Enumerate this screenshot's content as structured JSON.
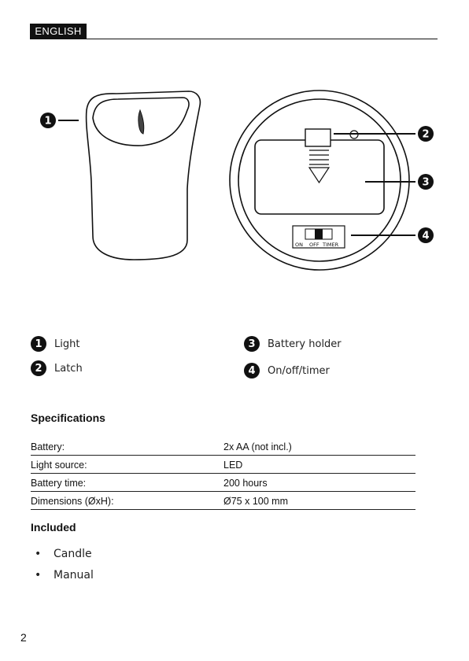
{
  "header": {
    "language_label": "ENGLISH"
  },
  "figure": {
    "callouts": [
      "1",
      "2",
      "3",
      "4"
    ],
    "switch_labels": {
      "on": "ON",
      "off": "OFF",
      "timer": "TIMER"
    }
  },
  "legend": [
    {
      "number": "1",
      "label": "Light"
    },
    {
      "number": "2",
      "label": "Latch"
    },
    {
      "number": "3",
      "label": "Battery holder"
    },
    {
      "number": "4",
      "label": "On/off/timer"
    }
  ],
  "specifications": {
    "heading": "Specifications",
    "rows": [
      {
        "label": "Battery:",
        "value": "2x AA (not incl.)"
      },
      {
        "label": "Light source:",
        "value": "LED"
      },
      {
        "label": "Battery time:",
        "value": "200 hours"
      },
      {
        "label": "Dimensions (ØxH):",
        "value": "Ø75 x 100 mm"
      }
    ]
  },
  "included": {
    "heading": "Included",
    "items": [
      "Candle",
      "Manual"
    ]
  },
  "footer": {
    "page_number": "2"
  }
}
